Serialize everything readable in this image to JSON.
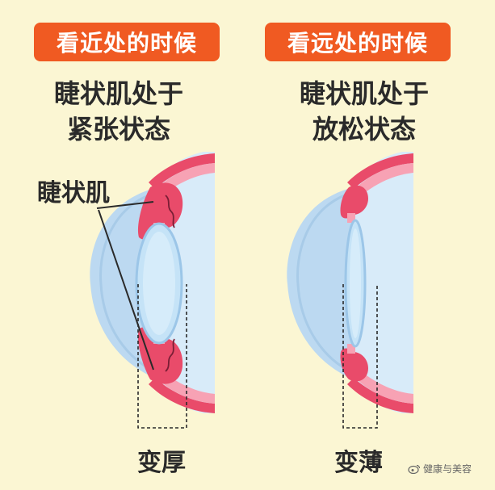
{
  "left_panel": {
    "badge": "看近处的时候",
    "state_line1": "睫状肌处于",
    "state_line2": "紧张状态",
    "muscle_label": "睫状肌",
    "caption": "变厚"
  },
  "right_panel": {
    "badge": "看远处的时候",
    "state_line1": "睫状肌处于",
    "state_line2": "放松状态",
    "caption": "变薄"
  },
  "watermark": "健康与美容",
  "colors": {
    "background": "#fbf6d3",
    "badge": "#f05a22",
    "eyeball": "#cfe5f7",
    "cornea": "#b9d9f2",
    "sclera": "#e94b6a",
    "lens": "#bfe0f6"
  }
}
